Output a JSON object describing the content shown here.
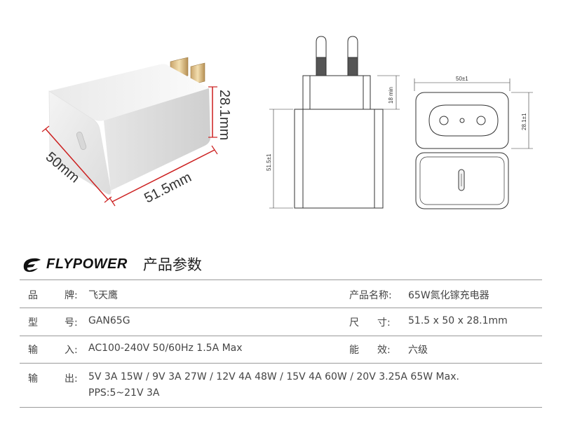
{
  "figures": {
    "left_dims": {
      "height": "28.1mm",
      "width": "50mm",
      "depth": "51.5mm"
    },
    "front_view": {
      "height_label": "51.5±1",
      "plug_label": "18 min"
    },
    "top_view": {
      "width_label": "50±1",
      "height_label": "28.1±1"
    }
  },
  "brand": {
    "name": "FLYPOWER",
    "title": "产品参数"
  },
  "specs": {
    "brand_label_a": "品",
    "brand_label_b": "牌:",
    "brand_value": "飞天鹰",
    "product_name_label": "产品名称:",
    "product_name_value": "65W氮化镓充电器",
    "model_label_a": "型",
    "model_label_b": "号:",
    "model_value": "GAN65G",
    "size_label_a": "尺",
    "size_label_b": "寸:",
    "size_value": "51.5 x 50 x 28.1mm",
    "input_label_a": "输",
    "input_label_b": "入:",
    "input_value": "AC100-240V 50/60Hz  1.5A Max",
    "efficiency_label_a": "能",
    "efficiency_label_b": "效:",
    "efficiency_value": "六级",
    "output_label_a": "输",
    "output_label_b": "出:",
    "output_value_line1": "5V 3A 15W / 9V 3A  27W / 12V 4A  48W / 15V 4A 60W / 20V 3.25A 65W Max.",
    "output_value_line2": "PPS:5~21V 3A"
  },
  "colors": {
    "dim_red": "#cc1f1f",
    "line_gray": "#9a9a9a",
    "text": "#444444"
  }
}
